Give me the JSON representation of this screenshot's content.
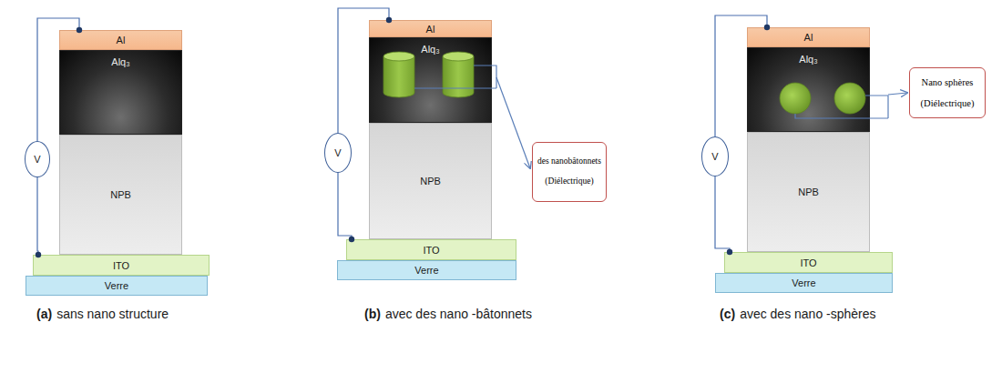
{
  "diagram": {
    "nodes": [
      {
        "text": [
          "V"
        ]
      },
      {
        "text": [
          "Al"
        ]
      },
      {
        "text": [
          "Alq₃"
        ]
      },
      {
        "text": [
          "NPB"
        ]
      },
      {
        "text": [
          "ITO"
        ]
      },
      {
        "text": [
          "Verre"
        ]
      },
      {
        "text": [
          "V"
        ]
      },
      {
        "text": [
          "Al"
        ]
      },
      {
        "text": [
          "Alq₃"
        ]
      },
      {
        "text": [
          "NPB"
        ]
      },
      {
        "text": [
          "ITO"
        ]
      },
      {
        "text": [
          "Verre"
        ]
      },
      {
        "text": [
          "des nanobâtonnets (Diélectrique)"
        ]
      },
      {
        "text": [
          "V"
        ]
      },
      {
        "text": [
          "Al"
        ]
      },
      {
        "text": [
          "Alq₃"
        ]
      },
      {
        "text": [
          "NPB"
        ]
      },
      {
        "text": [
          "ITO"
        ]
      },
      {
        "text": [
          "Verre"
        ]
      },
      {
        "text": [
          "Nano sphères (Diélectrique)"
        ]
      }
    ],
    "edges": [
      {
        "from": 0,
        "to": 1,
        "arrow": "none"
      },
      {
        "from": 0,
        "to": 4,
        "arrow": "none"
      },
      {
        "from": 6,
        "to": 7,
        "arrow": "none"
      },
      {
        "from": 6,
        "to": 10,
        "arrow": "none"
      },
      {
        "from": 13,
        "to": 14,
        "arrow": "none"
      },
      {
        "from": 13,
        "to": 17,
        "arrow": "none"
      }
    ],
    "labels": [
      "(a)",
      "sans nano structure",
      "(b)",
      "avec des nano -bâtonnets",
      "(c)",
      "avec des nano -sphères"
    ]
  }
}
